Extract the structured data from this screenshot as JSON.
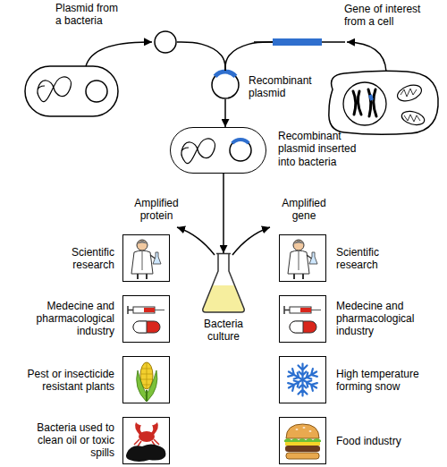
{
  "diagram": {
    "nodes": [
      {
        "text": [
          "Plasmid from a bacteria"
        ]
      },
      {
        "text": [
          "Gene of interest from a cell"
        ]
      },
      {
        "text": [
          "Recombinant plasmid"
        ]
      },
      {
        "text": [
          "Recombinant plasmid inserted into bacteria"
        ]
      },
      {
        "text": [
          "Bacteria culture"
        ]
      },
      {
        "text": [
          "Scientific research"
        ]
      },
      {
        "text": [
          "Medecine and pharmacological industry"
        ]
      },
      {
        "text": [
          "Pest or insecticide resistant plants"
        ]
      },
      {
        "text": [
          "Bacteria used to clean oil or toxic spills"
        ]
      },
      {
        "text": [
          "Scientific research"
        ]
      },
      {
        "text": [
          "Medecine and pharmacological industry"
        ]
      },
      {
        "text": [
          "High temperature forming snow"
        ]
      },
      {
        "text": [
          "Food industry"
        ]
      }
    ],
    "edges": [
      {
        "from": 0,
        "to": 2,
        "arrow": "none"
      },
      {
        "from": 1,
        "to": 2,
        "arrow": "none"
      },
      {
        "from": 2,
        "to": 3,
        "arrow": "to"
      },
      {
        "from": 3,
        "to": 4,
        "arrow": "to"
      }
    ],
    "labels": [
      "Amplified protein",
      "Amplified gene"
    ]
  }
}
